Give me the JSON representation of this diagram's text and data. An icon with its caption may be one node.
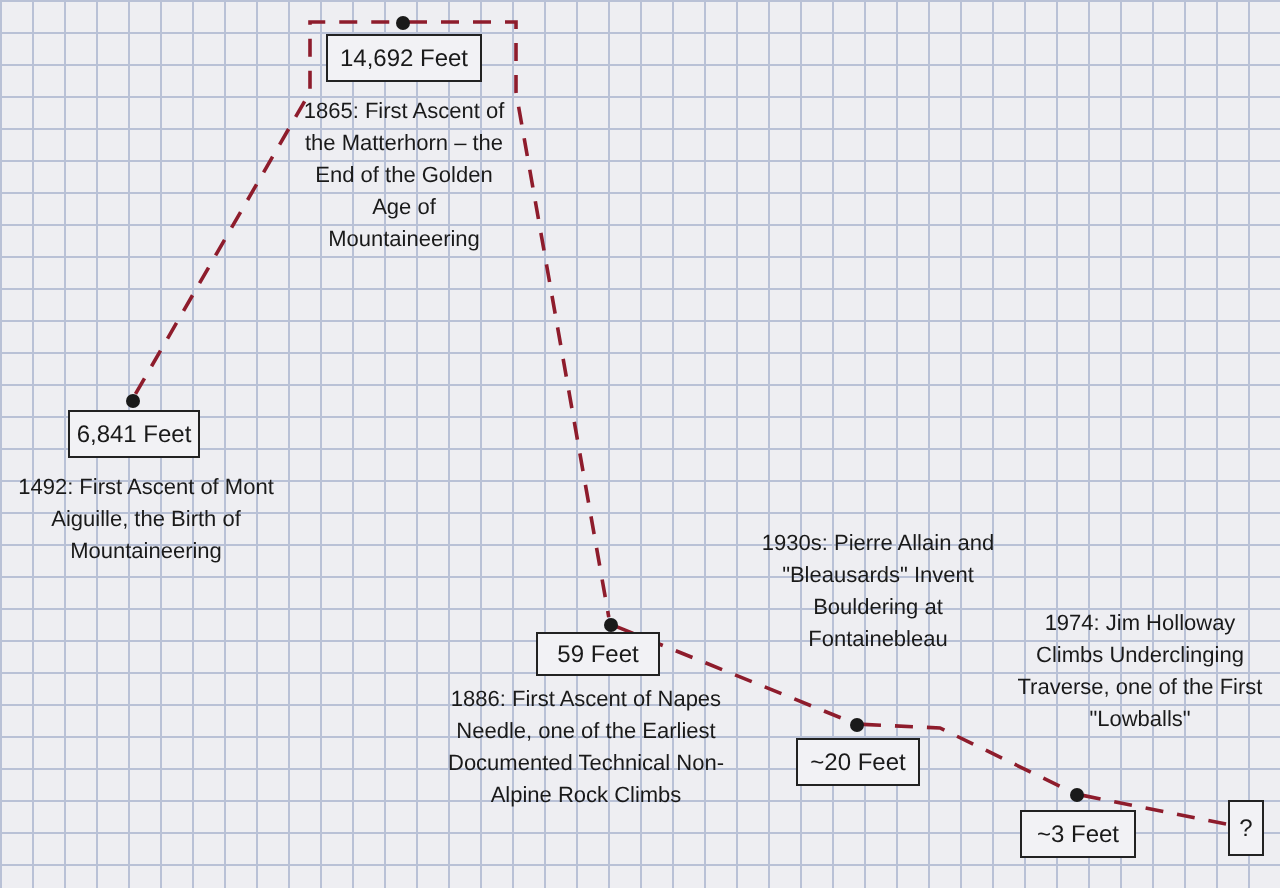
{
  "diagram": {
    "nodes": [
      {
        "text": [],
        "shape": "circle"
      },
      {
        "text": [
          "6,841 Feet"
        ],
        "beside": [
          "1492: First Ascent of Mont Aiguille, the Birth of Mountaineering"
        ]
      },
      {
        "text": [],
        "shape": "circle"
      },
      {
        "text": [
          "14,692 Feet"
        ],
        "beside": [
          "1865: First Ascent of the Matterhorn – the End of the Golden Age of Mountaineering"
        ]
      },
      {
        "text": [],
        "shape": "circle"
      },
      {
        "text": [
          "59 Feet"
        ],
        "beside": [
          "1886: First Ascent of Napes Needle, one of the Earliest Documented Technical Non-Alpine Rock Climbs"
        ]
      },
      {
        "text": [],
        "shape": "circle"
      },
      {
        "text": [
          "~20 Feet"
        ]
      },
      {
        "text": [],
        "shape": "circle"
      },
      {
        "text": [
          "~3 Feet"
        ],
        "beside": [
          "1974: Jim Holloway Climbs Underclinging Traverse, one of the First \"Lowballs\""
        ]
      },
      {
        "text": [
          "?"
        ]
      }
    ],
    "edges": [
      {
        "from": 0,
        "to": 2,
        "arrow": "none",
        "style": "dashed"
      },
      {
        "from": 2,
        "to": 4,
        "arrow": "none",
        "style": "dashed"
      },
      {
        "from": 4,
        "to": 6,
        "arrow": "none",
        "style": "dashed"
      },
      {
        "from": 6,
        "to": 8,
        "arrow": "none",
        "style": "dashed"
      },
      {
        "from": 8,
        "to": 10,
        "arrow": "none",
        "style": "dashed"
      }
    ],
    "labels": [
      "1930s: Pierre Allain and \"Bleausards\" Invent Bouldering at Fontainebleau"
    ]
  }
}
